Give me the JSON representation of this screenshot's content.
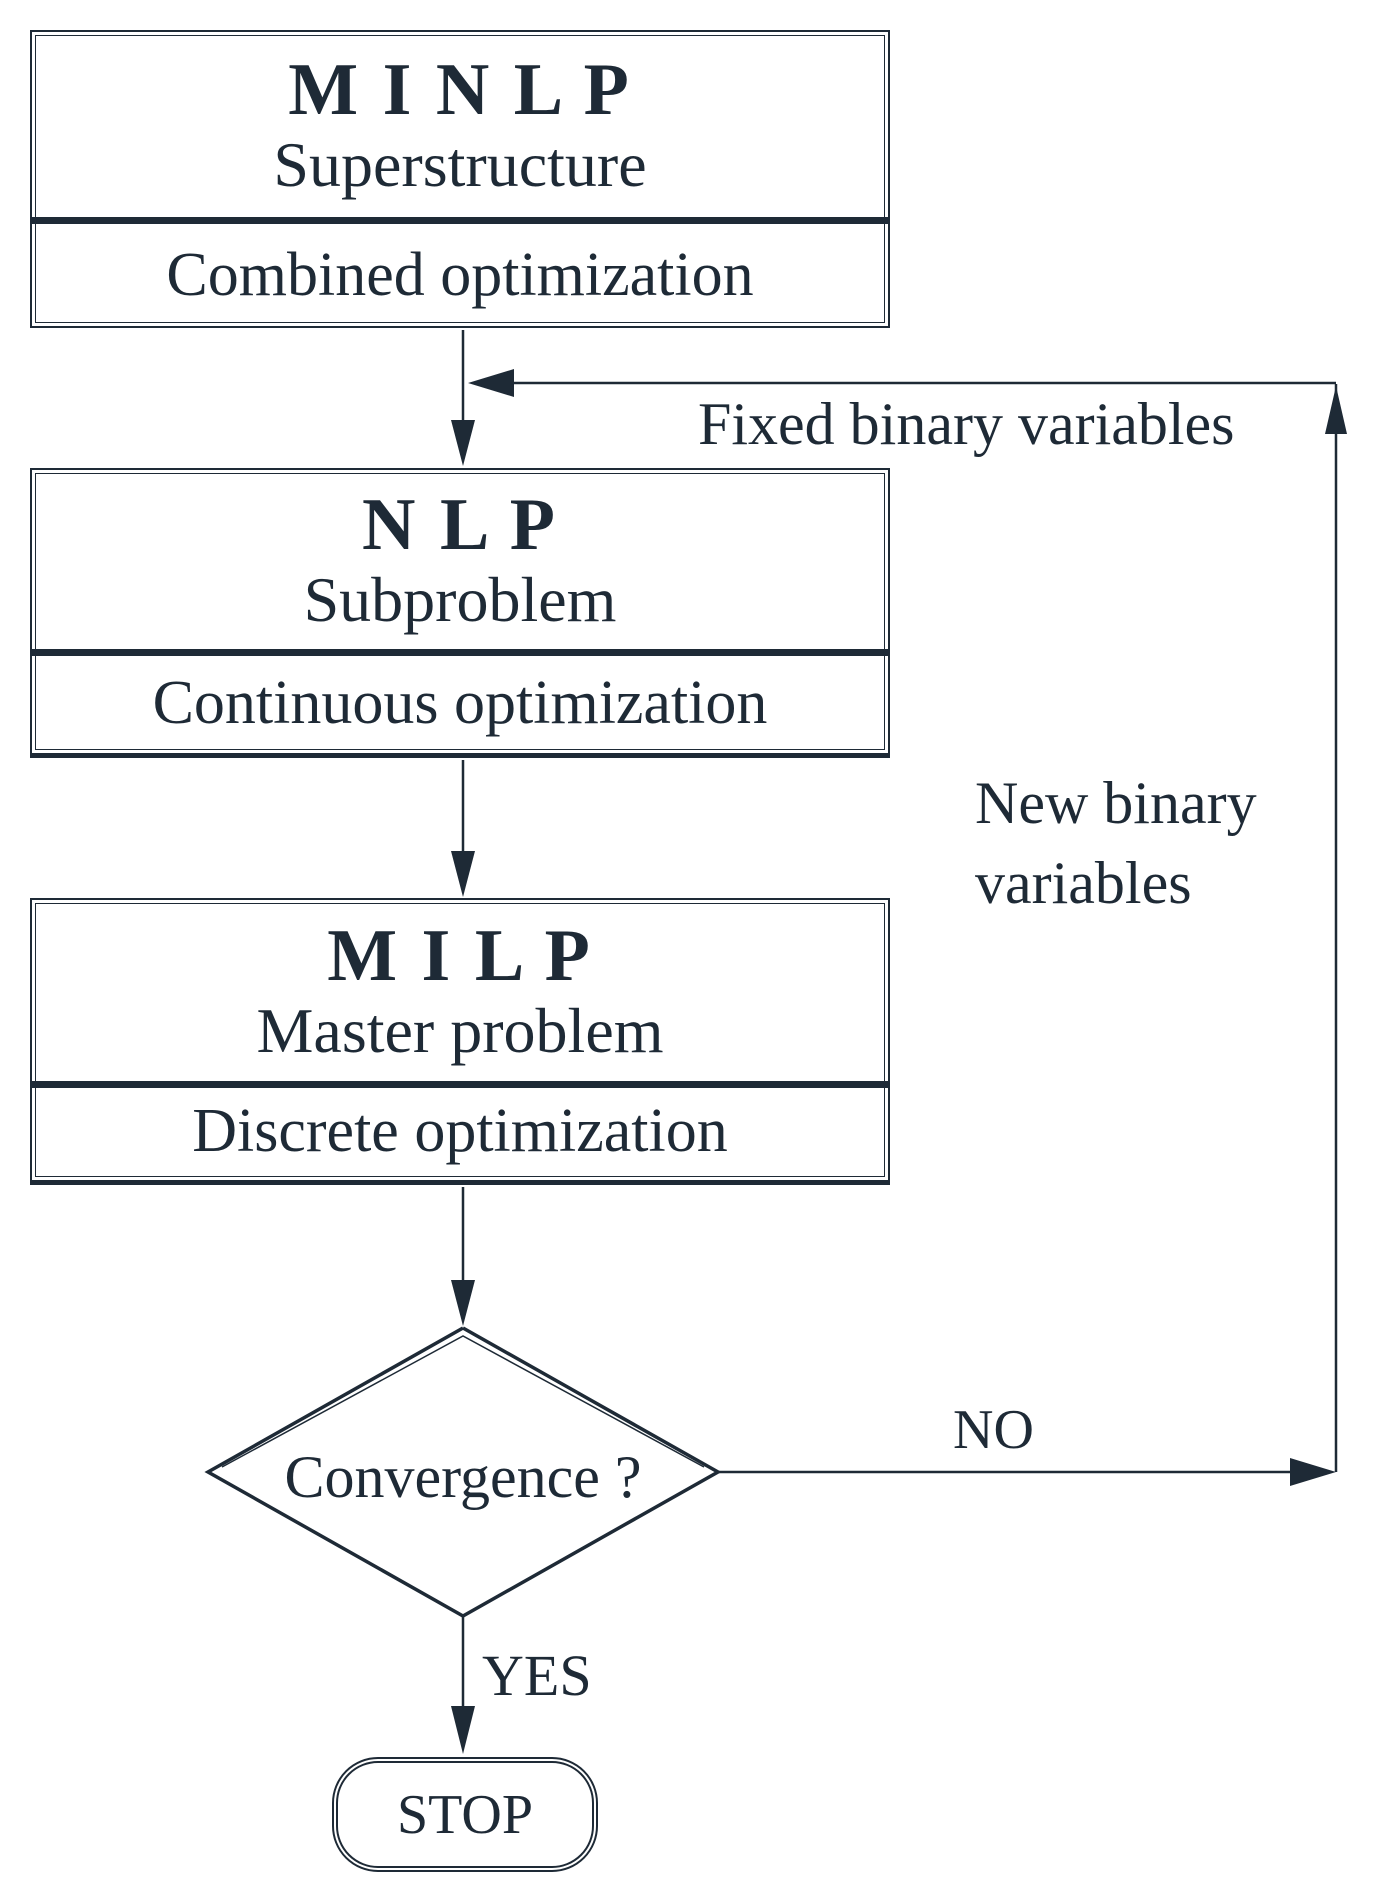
{
  "diagram": {
    "boxes": [
      {
        "id": "minlp",
        "title": "M I N L P",
        "subtitle": "Superstructure",
        "section": "Combined optimization"
      },
      {
        "id": "nlp",
        "title": "N L P",
        "subtitle": "Subproblem",
        "section": "Continuous optimization"
      },
      {
        "id": "milp",
        "title": "M I L P",
        "subtitle": "Master problem",
        "section": "Discrete optimization"
      }
    ],
    "decision": {
      "label": "Convergence ?"
    },
    "terminal": {
      "label": "STOP"
    },
    "labels": {
      "fixed_binary": "Fixed binary variables",
      "new_binary": "New binary\nvariables",
      "no": "NO",
      "yes": "YES"
    },
    "colors": {
      "ink": "#1e2a36",
      "background": "#ffffff"
    }
  }
}
